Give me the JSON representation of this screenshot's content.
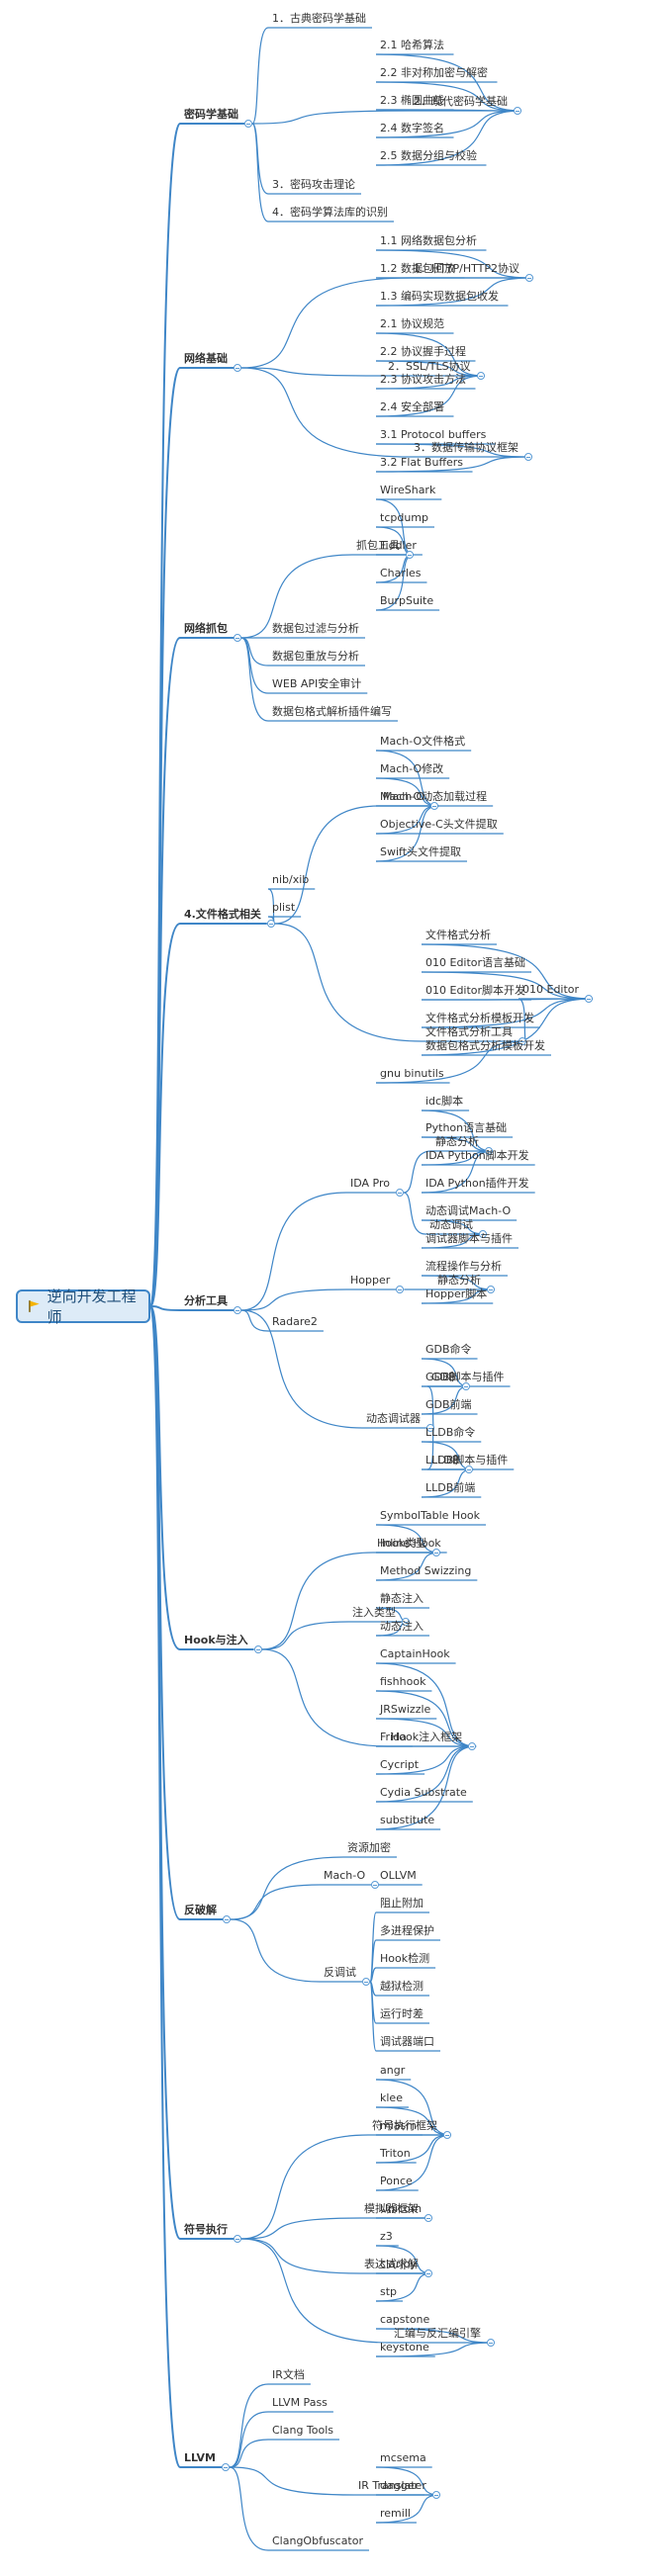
{
  "root": {
    "label": "逆向开发工程师",
    "icon": "flag-icon"
  },
  "colors": {
    "line": "#3F86C7",
    "root_bg": "#DDEBF7",
    "root_border": "#3F86C7",
    "flag": "#F5B301"
  },
  "tree": [
    {
      "label": "密码学基础",
      "children": [
        {
          "label": "1．古典密码学基础"
        },
        {
          "label": "2．现代密码学基础",
          "children": [
            {
              "label": "2.1  哈希算法"
            },
            {
              "label": "2.2  非对称加密与解密"
            },
            {
              "label": "2.3  椭圆曲线"
            },
            {
              "label": "2.4  数字签名"
            },
            {
              "label": "2.5  数据分组与校验"
            }
          ]
        },
        {
          "label": "3．密码攻击理论"
        },
        {
          "label": "4．密码学算法库的识别"
        }
      ]
    },
    {
      "label": "网络基础",
      "children": [
        {
          "label": "1．HTTP/HTTP2协议",
          "children": [
            {
              "label": "1.1  网络数据包分析"
            },
            {
              "label": "1.2  数据包回放"
            },
            {
              "label": "1.3  编码实现数据包收发"
            }
          ]
        },
        {
          "label": "2．SSL/TLS协议",
          "children": [
            {
              "label": "2.1  协议规范"
            },
            {
              "label": "2.2  协议握手过程"
            },
            {
              "label": "2.3  协议攻击方法"
            },
            {
              "label": "2.4  安全部署"
            }
          ]
        },
        {
          "label": "3．数据传输协议框架",
          "children": [
            {
              "label": "3.1  Protocol buffers"
            },
            {
              "label": "3.2  Flat Buffers"
            }
          ]
        }
      ]
    },
    {
      "label": "网络抓包",
      "children": [
        {
          "label": "抓包工具",
          "children": [
            {
              "label": "WireShark"
            },
            {
              "label": "tcpdump"
            },
            {
              "label": "Fiddler"
            },
            {
              "label": "Charles"
            },
            {
              "label": "BurpSuite"
            }
          ]
        },
        {
          "label": "数据包过滤与分析"
        },
        {
          "label": "数据包重放与分析"
        },
        {
          "label": "WEB API安全审计"
        },
        {
          "label": "数据包格式解析插件编写"
        }
      ]
    },
    {
      "label": "4.文件格式相关",
      "children": [
        {
          "label": "Mach-O",
          "children": [
            {
              "label": "Mach-O文件格式"
            },
            {
              "label": "Mach-O修改"
            },
            {
              "label": "Mach-O动态加载过程"
            },
            {
              "label": "Objective-C头文件提取"
            },
            {
              "label": "Swift头文件提取"
            }
          ]
        },
        {
          "label": "nib/xib"
        },
        {
          "label": "plist"
        },
        {
          "label": "文件格式分析工具",
          "children": [
            {
              "label": "010 Editor",
              "children": [
                {
                  "label": "文件格式分析"
                },
                {
                  "label": "010 Editor语言基础"
                },
                {
                  "label": "010 Editor脚本开发"
                },
                {
                  "label": "文件格式分析模板开发"
                },
                {
                  "label": "数据包格式分析模板开发"
                }
              ]
            },
            {
              "label": "gnu binutils"
            }
          ]
        }
      ]
    },
    {
      "label": "分析工具",
      "children": [
        {
          "label": "IDA Pro",
          "children": [
            {
              "label": "静态分析",
              "children": [
                {
                  "label": "idc脚本"
                },
                {
                  "label": "Python语言基础"
                },
                {
                  "label": "IDA Python脚本开发"
                },
                {
                  "label": "IDA Python插件开发"
                }
              ]
            },
            {
              "label": "动态调试",
              "children": [
                {
                  "label": "动态调试Mach-O"
                },
                {
                  "label": "调试器脚本与插件"
                }
              ]
            }
          ]
        },
        {
          "label": "Hopper",
          "children": [
            {
              "label": "静态分析",
              "children": [
                {
                  "label": "流程操作与分析"
                },
                {
                  "label": "Hopper脚本"
                }
              ]
            }
          ]
        },
        {
          "label": "Radare2"
        },
        {
          "label": "动态调试器",
          "children": [
            {
              "label": "GDB",
              "children": [
                {
                  "label": "GDB命令"
                },
                {
                  "label": "GDB脚本与插件"
                },
                {
                  "label": "GDB前端"
                }
              ]
            },
            {
              "label": "LLDB",
              "children": [
                {
                  "label": "LLDB命令"
                },
                {
                  "label": "LLDB脚本与插件"
                },
                {
                  "label": "LLDB前端"
                }
              ]
            }
          ]
        }
      ]
    },
    {
      "label": "Hook与注入",
      "children": [
        {
          "label": "Hook类型",
          "children": [
            {
              "label": "SymbolTable Hook"
            },
            {
              "label": "Inline Hook"
            },
            {
              "label": "Method Swizzing"
            }
          ]
        },
        {
          "label": "注入类型",
          "children": [
            {
              "label": "静态注入"
            },
            {
              "label": "动态注入"
            }
          ]
        },
        {
          "label": "Hook注入框架",
          "children": [
            {
              "label": "CaptainHook"
            },
            {
              "label": "fishhook"
            },
            {
              "label": "JRSwizzle"
            },
            {
              "label": "Frida"
            },
            {
              "label": "Cycript"
            },
            {
              "label": "Cydia Substrate"
            },
            {
              "label": "substitute"
            }
          ]
        }
      ]
    },
    {
      "label": "反破解",
      "children": [
        {
          "label": "资源加密"
        },
        {
          "label": "Mach-O",
          "children": [
            {
              "label": "OLLVM"
            }
          ]
        },
        {
          "label": "反调试",
          "children": [
            {
              "label": "阻止附加"
            },
            {
              "label": "多进程保护"
            },
            {
              "label": "Hook检测"
            },
            {
              "label": "越狱检测"
            },
            {
              "label": "运行时差"
            },
            {
              "label": "调试器端口"
            }
          ]
        }
      ]
    },
    {
      "label": "符号执行",
      "children": [
        {
          "label": "符号执行框架",
          "children": [
            {
              "label": "angr"
            },
            {
              "label": "klee"
            },
            {
              "label": "miasm"
            },
            {
              "label": "Triton"
            },
            {
              "label": "Ponce"
            }
          ]
        },
        {
          "label": "模拟器框架",
          "children": [
            {
              "label": "Unicorn"
            }
          ]
        },
        {
          "label": "表达式求解",
          "children": [
            {
              "label": "z3"
            },
            {
              "label": "claripy"
            },
            {
              "label": "stp"
            }
          ]
        },
        {
          "label": "汇编与反汇编引擎",
          "children": [
            {
              "label": "capstone"
            },
            {
              "label": "keystone"
            }
          ]
        }
      ]
    },
    {
      "label": "LLVM",
      "children": [
        {
          "label": "IR文档"
        },
        {
          "label": "LLVM Pass"
        },
        {
          "label": "Clang Tools"
        },
        {
          "label": "IR Translater",
          "children": [
            {
              "label": "mcsema"
            },
            {
              "label": "dagger"
            },
            {
              "label": "remill"
            }
          ]
        },
        {
          "label": "ClangObfuscator"
        }
      ]
    }
  ]
}
